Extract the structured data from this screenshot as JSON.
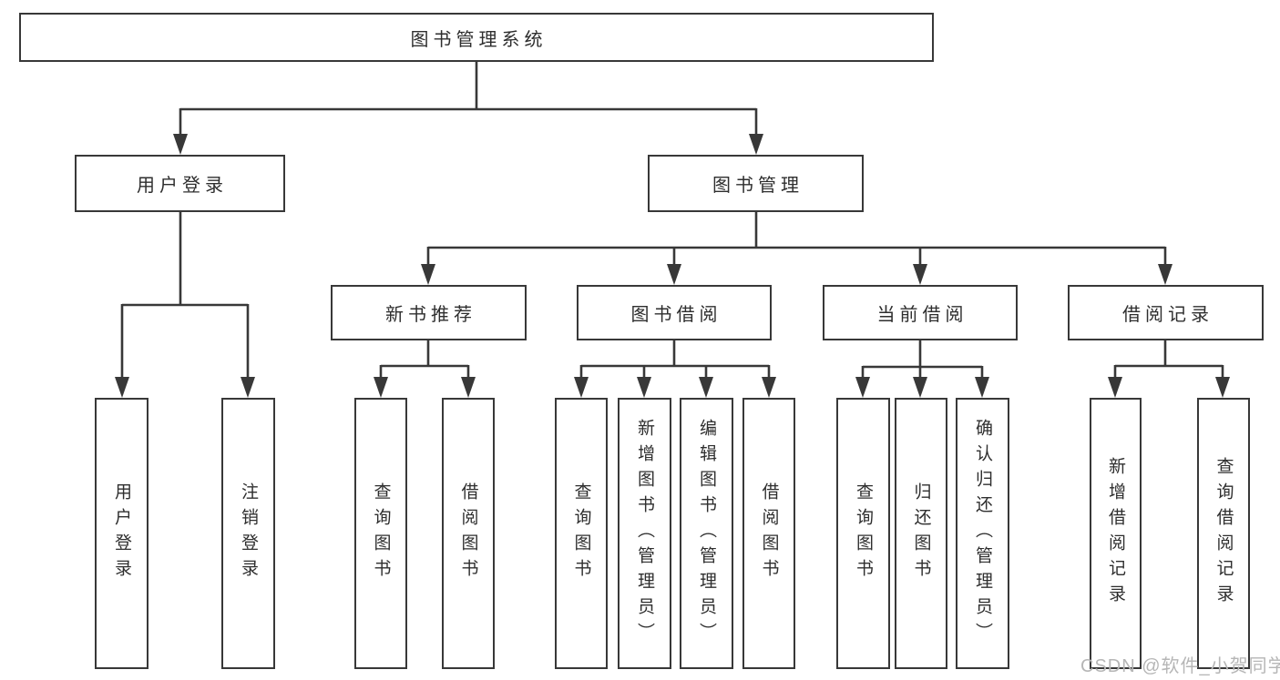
{
  "diagram": {
    "root": "图书管理系统",
    "login": {
      "label": "用户登录",
      "leaves": [
        "用户登录",
        "注销登录"
      ]
    },
    "management": {
      "label": "图书管理",
      "groups": [
        {
          "label": "新书推荐",
          "leaves": [
            "查询图书",
            "借阅图书"
          ]
        },
        {
          "label": "图书借阅",
          "leaves": [
            "查询图书",
            "新增图书（管理员）",
            "编辑图书（管理员）",
            "借阅图书"
          ]
        },
        {
          "label": "当前借阅",
          "leaves": [
            "查询图书",
            "归还图书",
            "确认归还（管理员）"
          ]
        },
        {
          "label": "借阅记录",
          "leaves": [
            "新增借阅记录",
            "查询借阅记录"
          ]
        }
      ]
    }
  },
  "watermark": "CSDN @软件_小贺同学",
  "colors": {
    "line": "#383838",
    "text": "#2e2e2e",
    "watermark": "#b6b6b6",
    "background": "#ffffff"
  }
}
